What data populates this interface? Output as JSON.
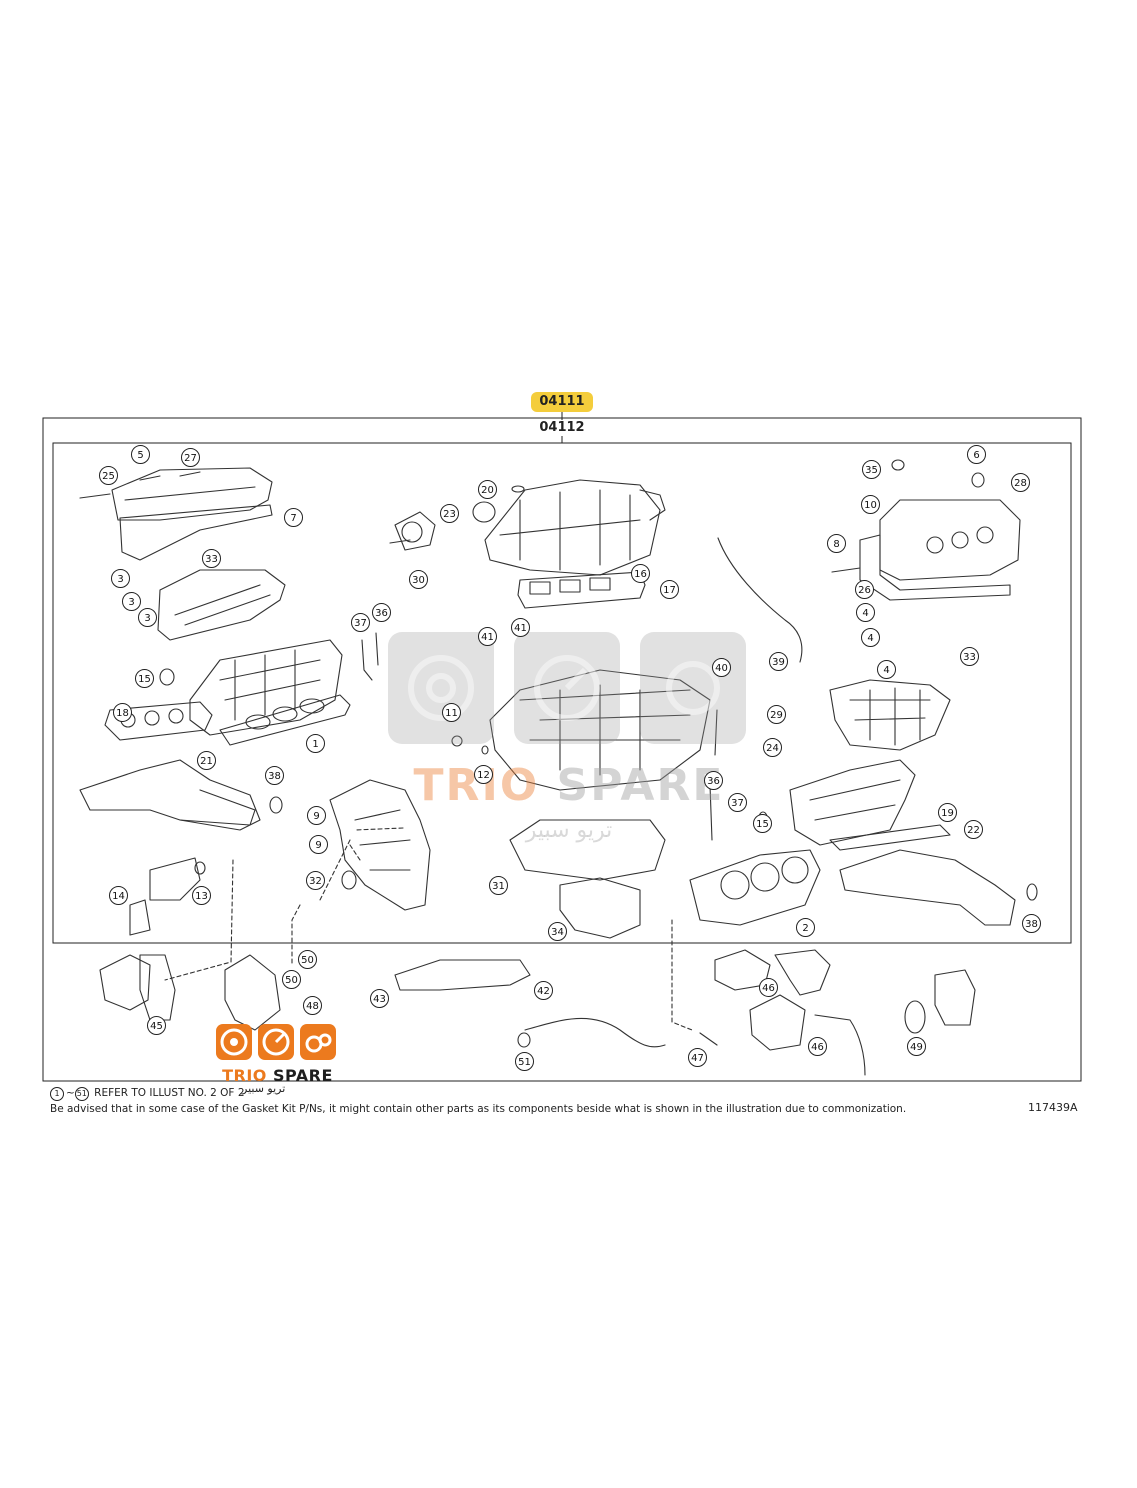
{
  "header": {
    "highlighted_part_number": "04111",
    "sub_part_number": "04112"
  },
  "callouts": [
    "1",
    "2",
    "3",
    "3",
    "3",
    "4",
    "4",
    "4",
    "5",
    "6",
    "7",
    "8",
    "9",
    "9",
    "10",
    "11",
    "12",
    "13",
    "14",
    "15",
    "15",
    "16",
    "17",
    "18",
    "19",
    "20",
    "21",
    "22",
    "23",
    "24",
    "25",
    "26",
    "27",
    "28",
    "29",
    "30",
    "31",
    "32",
    "33",
    "33",
    "34",
    "35",
    "36",
    "36",
    "37",
    "37",
    "38",
    "38",
    "39",
    "40",
    "41",
    "41",
    "42",
    "43",
    "45",
    "46",
    "46",
    "47",
    "48",
    "49",
    "50",
    "50",
    "51"
  ],
  "footnote": {
    "range_start": "1",
    "range_sep": "~",
    "range_end": "51",
    "text": "REFER TO ILLUST NO. 2 OF 2"
  },
  "advice_text": "Be advised that in some case of the Gasket Kit P/Ns,  it might contain other parts as its components beside what is shown in the illustration due to commonization.",
  "illustration_id": "117439A",
  "watermark": {
    "brand_part1": "TRIO",
    "brand_part2": " SPARE",
    "arabic": "تريو سبير"
  },
  "logo": {
    "brand_part1": "TRIO",
    "brand_part2": " SPARE",
    "arabic": "تريو سبير"
  },
  "colors": {
    "highlight": "#f4cd3c",
    "line": "#222222",
    "brand_accent": "#ec7a1e"
  }
}
